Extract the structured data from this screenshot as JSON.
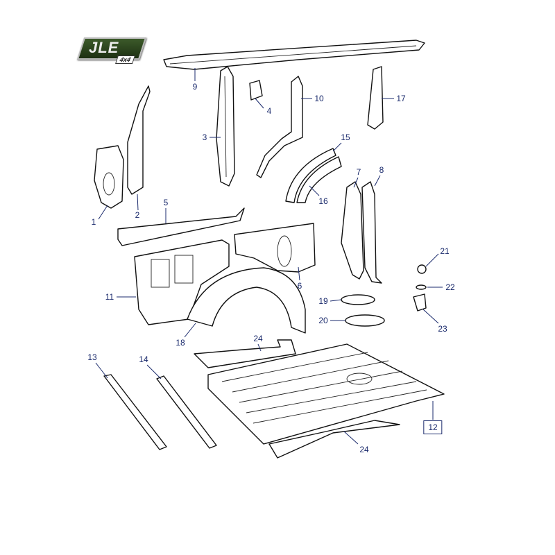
{
  "logo": {
    "brand": "JLE",
    "subtitle": "4x4"
  },
  "callouts": {
    "c1": "1",
    "c2": "2",
    "c3": "3",
    "c4": "4",
    "c5": "5",
    "c6": "6",
    "c7": "7",
    "c8": "8",
    "c9": "9",
    "c10": "10",
    "c11": "11",
    "c12": "12",
    "c13": "13",
    "c14": "14",
    "c15": "15",
    "c16": "16",
    "c17": "17",
    "c18": "18",
    "c19": "19",
    "c20": "20",
    "c21": "21",
    "c22": "22",
    "c23": "23",
    "c24a": "24",
    "c24b": "24"
  },
  "colors": {
    "label": "#1a2a6c",
    "logo_plate": "#2d4a1e"
  }
}
